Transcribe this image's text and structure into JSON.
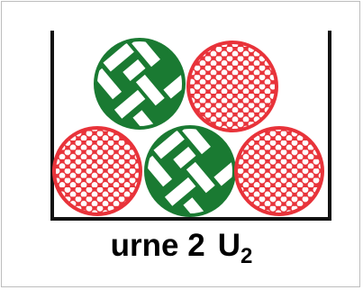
{
  "caption": {
    "urn_label": "urne 2",
    "symbol_letter": "U",
    "symbol_subscript": "2"
  },
  "balls": [
    {
      "kind": "woven",
      "color": "#1a7a32"
    },
    {
      "kind": "dotted",
      "color": "#e8333a"
    },
    {
      "kind": "dotted",
      "color": "#e8333a"
    },
    {
      "kind": "woven",
      "color": "#1a7a32"
    },
    {
      "kind": "dotted",
      "color": "#e8333a"
    }
  ],
  "colors": {
    "green_ball": "#1a7a32",
    "red_ball": "#e8333a",
    "container_line": "#111111"
  }
}
